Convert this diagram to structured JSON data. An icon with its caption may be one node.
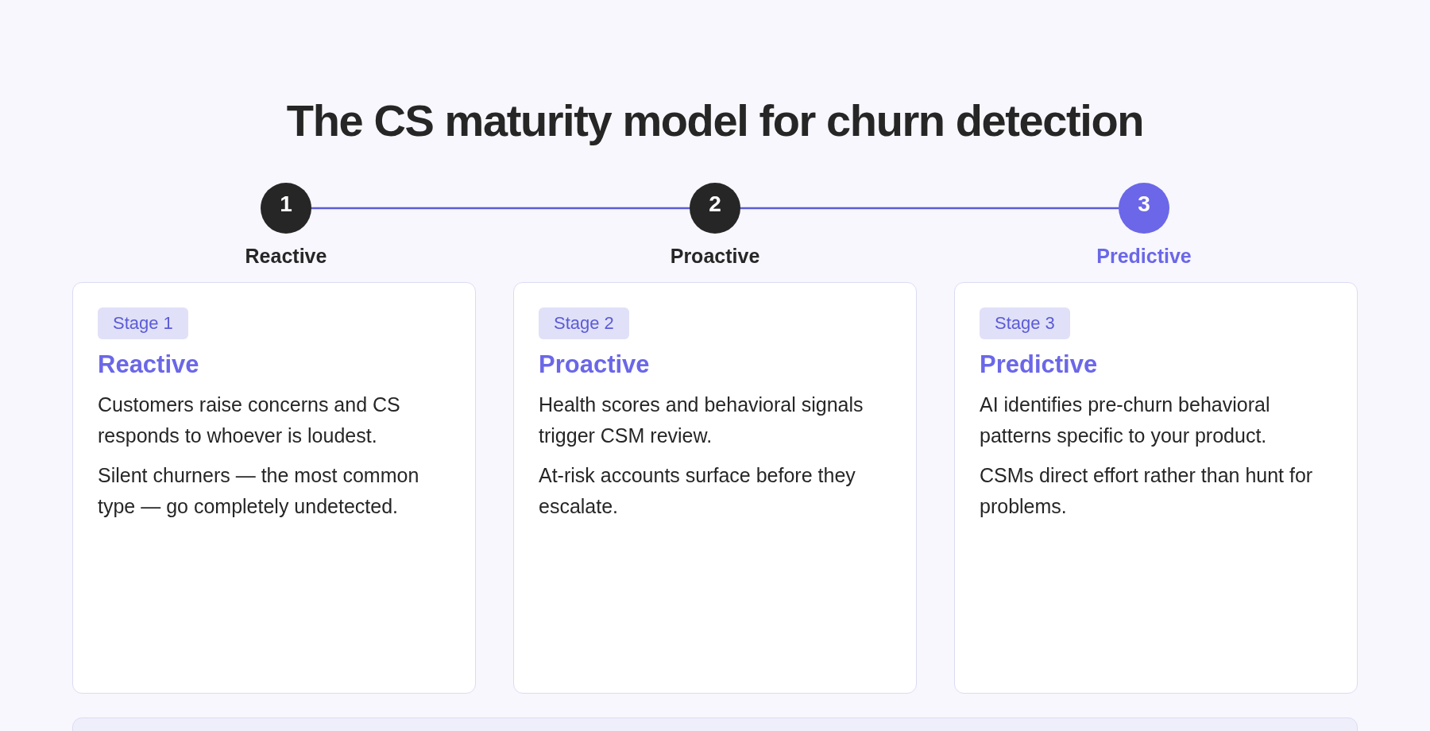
{
  "diagram": {
    "title": "The CS maturity model for churn detection",
    "nodes": [
      {
        "text": [
          "1"
        ],
        "beside": [
          "Reactive"
        ]
      },
      {
        "text": [
          "2"
        ],
        "beside": [
          "Proactive"
        ]
      },
      {
        "text": [
          "3"
        ],
        "beside": [
          "Predictive"
        ]
      },
      {
        "text": [
          "Reactive",
          "Customers raise concerns and CS responds to whoever is loudest.",
          "Silent churners — the most common type — go completely undetected."
        ]
      },
      {
        "text": [
          "Stage 1"
        ],
        "in": 3
      },
      {
        "text": [
          "Proactive",
          "Health scores and behavioral signals trigger CSM review.",
          "At-risk accounts surface before they escalate."
        ]
      },
      {
        "text": [
          "Stage 2"
        ],
        "in": 5
      },
      {
        "text": [
          "Predictive",
          "AI identifies pre-churn behavioral patterns specific to your product.",
          "CSMs direct effort rather than hunt for problems."
        ]
      },
      {
        "text": [
          "Stage 3"
        ],
        "in": 7
      }
    ],
    "edges": [
      {
        "from": 0,
        "to": 1,
        "arrow": "none"
      },
      {
        "from": 1,
        "to": 2,
        "arrow": "none"
      }
    ]
  }
}
